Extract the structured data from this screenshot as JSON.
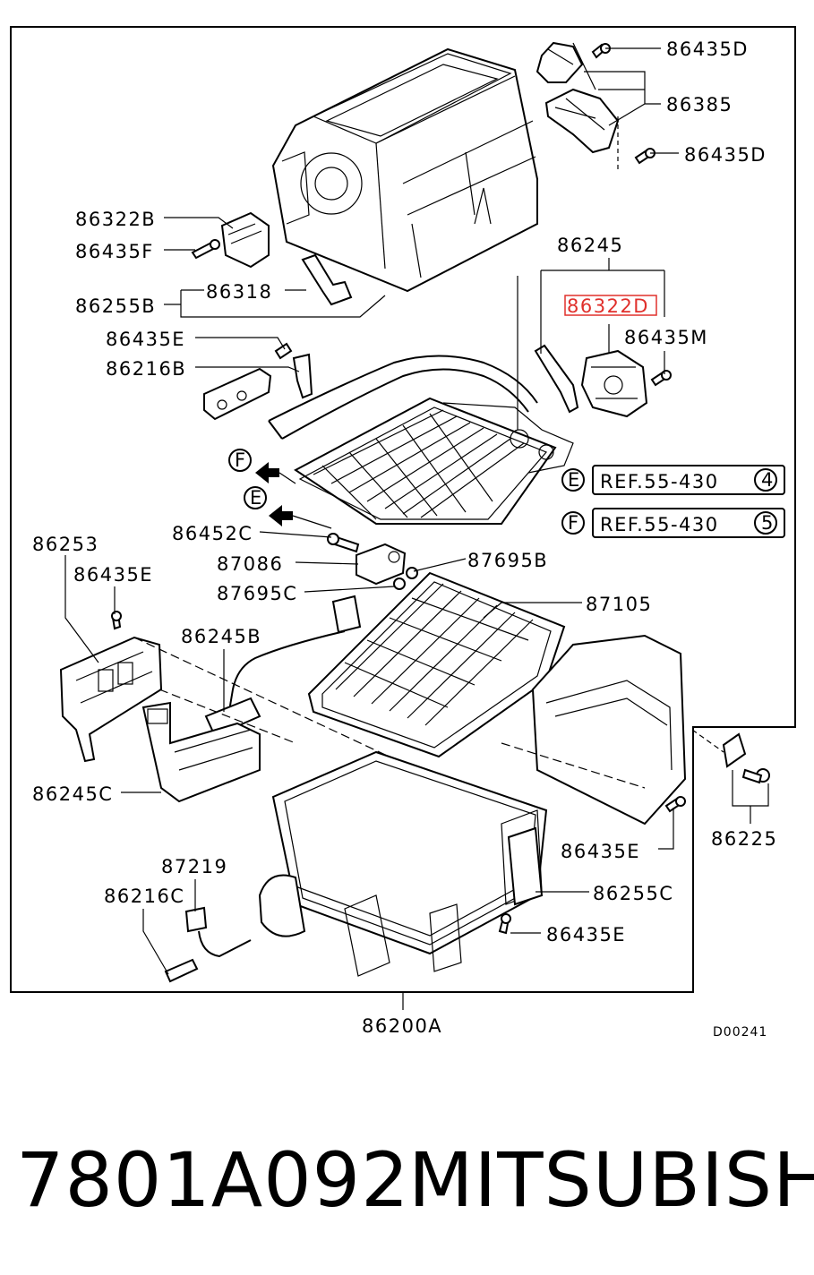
{
  "diagram": {
    "labels": {
      "p86435D_top": "86435D",
      "p86385": "86385",
      "p86435D_mid": "86435D",
      "p86322B": "86322B",
      "p86435F": "86435F",
      "p86245": "86245",
      "p86318": "86318",
      "p86255B": "86255B",
      "p86322D": "86322D",
      "p86435M": "86435M",
      "p86435E_a": "86435E",
      "p86216B": "86216B",
      "ref_E": "REF.55-430",
      "ref_F": "REF.55-430",
      "p86452C": "86452C",
      "p86253": "86253",
      "p87086": "87086",
      "p87695B": "87695B",
      "p86435E_b": "86435E",
      "p87695C": "87695C",
      "p87105": "87105",
      "p86245B": "86245B",
      "p86245C": "86245C",
      "p86225": "86225",
      "p86435E_c": "86435E",
      "p87219": "87219",
      "p86255C": "86255C",
      "p86216C": "86216C",
      "p86435E_d": "86435E",
      "p86200A": "86200A",
      "diagram_code": "D00241"
    },
    "markers": {
      "E": "E",
      "F": "F",
      "ref4": "4",
      "ref5": "5"
    }
  },
  "footer": {
    "part_number": "7801A092",
    "brand": "MITSUBISHI"
  },
  "colors": {
    "highlight": "#e0302c",
    "ink": "#000000"
  }
}
